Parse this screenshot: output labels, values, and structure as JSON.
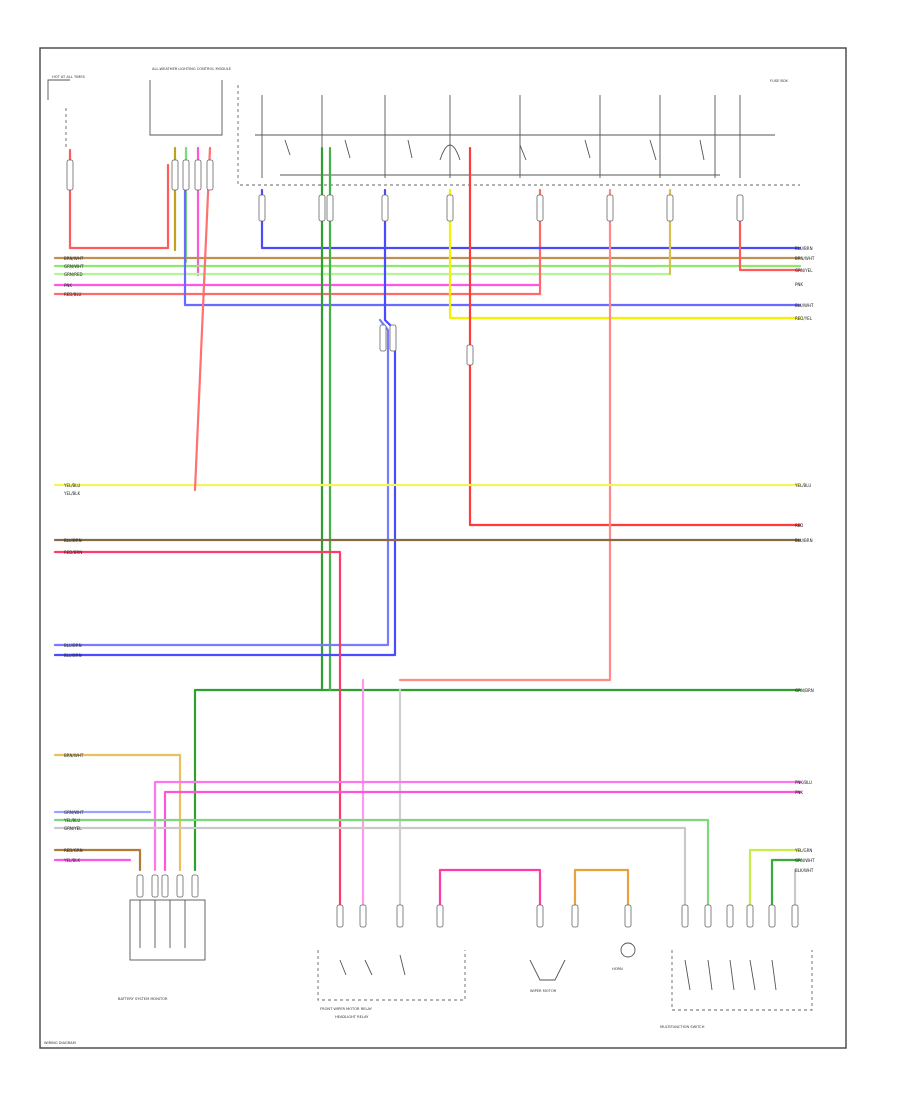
{
  "colors": {
    "red": "#ff3b3b",
    "pink": "#ff2ee6",
    "yellow": "#f3f300",
    "green": "#2f9f2f",
    "lightgreen": "#8ee86b",
    "blue": "#3b3bff",
    "lightblue": "#9aa4ff",
    "olive": "#9c8b2b",
    "brown": "#8a4b25",
    "gray": "#bdbdbd",
    "orange": "#f0a030"
  },
  "labels": {
    "left_rail_1": "BRN/WHT",
    "left_rail_2": "GRN/WHT",
    "left_rail_3": "GRN/RED",
    "left_rail_4": "PNK",
    "left_rail_5": "RED/BLU",
    "right_rail_1": "BLU/BRN",
    "right_rail_2": "BRN/WHT",
    "right_rail_3": "GRN/YEL",
    "right_rail_4": "PNK",
    "right_rail_5": "BLU/WHT",
    "right_rail_6": "RED/YEL",
    "yel_left": "YEL/BLU",
    "yel_left_2": "YEL/BLK",
    "yel_right": "YEL/BLU",
    "red_right": "RED",
    "brn_left": "BLU/BRN",
    "brn_left_2": "RED/BRN",
    "brn_right": "BLU/BRN",
    "blu_left_1": "BLU/BRN",
    "blu_left_2": "BLU/BRN",
    "grn_right": "GRN/BRN",
    "pnk_right_1": "PNK/BLU",
    "pnk_right_2": "PNK",
    "low_left_1": "BRN/WHT",
    "low_left_2": "GRN/WHT",
    "low_left_3": "YEL/BLU",
    "low_left_4": "GRN/YEL",
    "low_left_5": "RED/GRN",
    "low_left_6": "YEL/BLK",
    "low_right_1": "YEL/GRN",
    "low_right_2": "GRN/WHT",
    "low_right_3": "BLK/WHT",
    "top_left_fuse": "HOT AT ALL TIMES",
    "top_center_box": "ALL-WEATHER LIGHTING CONTROL MODULE",
    "top_right_box": "FUSE BOX",
    "comp_1": "BATTERY SYSTEM MONITOR",
    "comp_2": "FRONT WIPER MOTOR RELAY",
    "comp_3": "HEADLIGHT RELAY",
    "comp_4": "WIPER MOTOR",
    "comp_5": "HORN",
    "comp_6": "MULTIFUNCTION SWITCH",
    "corner_text": "WIRING DIAGRAM"
  }
}
